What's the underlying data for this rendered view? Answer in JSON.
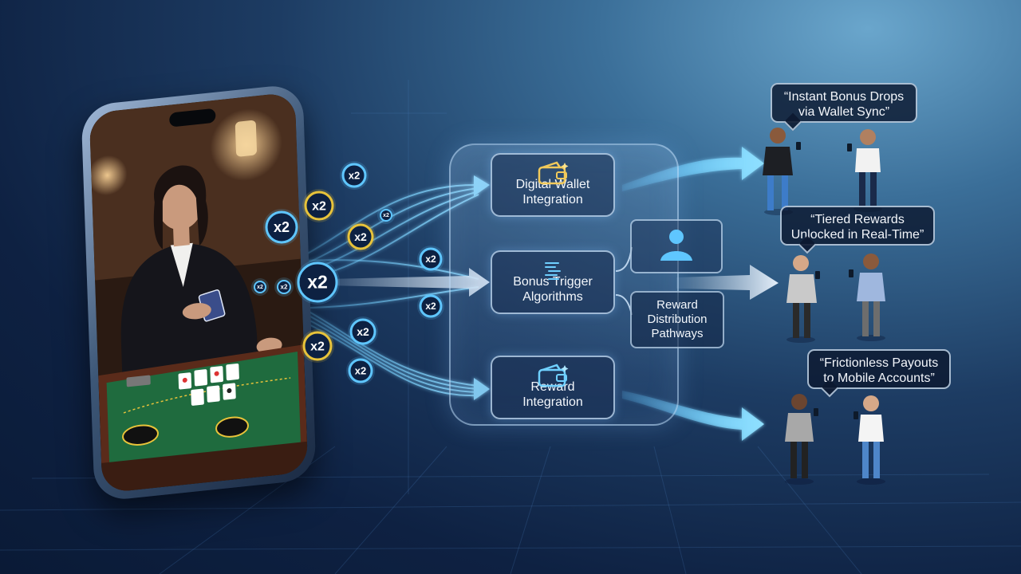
{
  "nodes": {
    "wallet": {
      "line1": "Digital Wallet",
      "line2": "Integration",
      "icon": "wallet-icon"
    },
    "bonus": {
      "line1": "Bonus Trigger",
      "line2": "Algorithms",
      "icon": "code-document-icon"
    },
    "reward": {
      "line1": "Reward",
      "line2": "Integration",
      "icon": "wallet-icon"
    }
  },
  "distribution": {
    "line1": "Reward",
    "line2": "Distribution",
    "line3": "Pathways",
    "icon": "user-icon"
  },
  "bubbles": [
    {
      "line1": "“Instant Bonus Drops",
      "line2": "via Wallet Sync”"
    },
    {
      "line1": "“Tiered Rewards",
      "line2": "Unlocked in Real-Time”"
    },
    {
      "line1": "“Frictionless Payouts",
      "line2": "to Mobile Accounts”"
    }
  ],
  "multiplier_badge": "x2",
  "colors": {
    "accent_blue": "#5fc6ff",
    "gold": "#e8c33a",
    "felt": "#1f6b3e"
  }
}
